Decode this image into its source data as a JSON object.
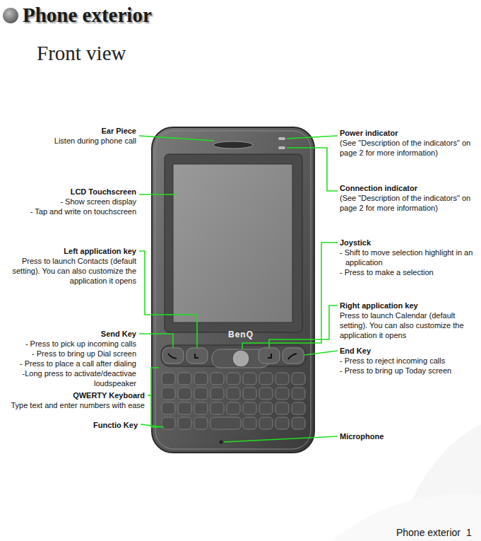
{
  "diagram": {
    "title": "Phone exterior",
    "labels": [
      "Front view",
      "Ear Piece",
      "Listen during phone call",
      "Power indicator",
      "(See \"Description of the indicators\" on page 2 for more information)",
      "Connection indicator",
      "(See \"Description of the indicators\" on page 2 for more information)",
      "LCD Touchscreen",
      "- Show screen display",
      "- Tap and write on touchscreen",
      "Joystick",
      "- Shift to move selection highlight in an application",
      "- Press to make a selection",
      "Left application key",
      "Press to launch Contacts (default setting). You can also customize the application it opens",
      "Right application key",
      "Press to launch Calendar (default setting). You can also customize the application it opens",
      "BenQ",
      "Send Key",
      "- Press to pick up incoming calls",
      "- Press to bring up Dial screen",
      "- Press to place a call after dialing",
      "-Long press to activate/deactivae loudspeaker",
      "End Key",
      "- Press to reject incoming calls",
      "- Press to bring up Today screen",
      "QWERTY Keyboard",
      "Type text and enter numbers with ease",
      "Functio Key",
      "Microphone",
      "Phone exterior",
      "1"
    ]
  }
}
